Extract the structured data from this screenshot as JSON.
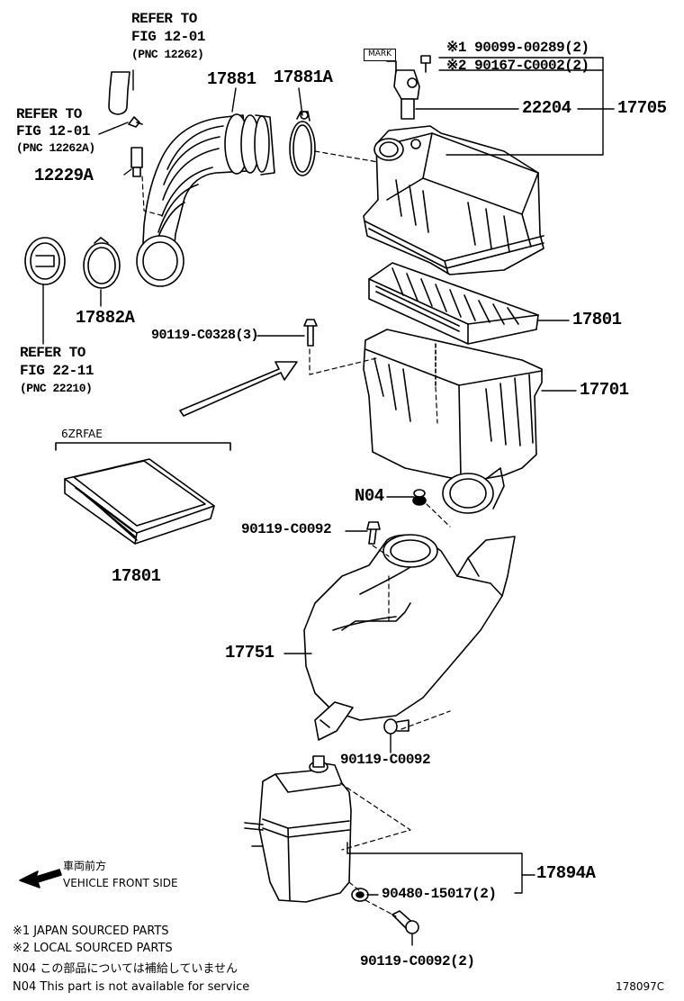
{
  "refs": {
    "top": {
      "line1": "REFER TO",
      "line2": "FIG 12-01",
      "line3": "(PNC 12262)"
    },
    "left": {
      "line1": "REFER TO",
      "line2": "FIG 12-01",
      "line3": "(PNC 12262A)"
    },
    "bottom": {
      "line1": "REFER TO",
      "line2": "FIG 22-11",
      "line3": "(PNC 22210)"
    }
  },
  "parts": {
    "p17881": "17881",
    "p17881A": "17881A",
    "p12229A": "12229A",
    "p17882A": "17882A",
    "p90119_C0328": "90119-C0328(3)",
    "p22204": "22204",
    "p17705": "17705",
    "p17801": "17801",
    "p17701": "17701",
    "pN04": "N04",
    "p90119_C0092_a": "90119-C0092",
    "p17751": "17751",
    "p90119_C0092_b": "90119-C0092",
    "p17894A": "17894A",
    "p90480": "90480-15017(2)",
    "p90119_C0092_c": "90119-C0092(2)",
    "p17801_b": "17801",
    "p90099": "※1 90099-00289(2)",
    "p90167": "※2 90167-C0002(2)"
  },
  "mark_label": "MARK",
  "engine_variant": "6ZRFAE",
  "front": {
    "jp": "車両前方",
    "en": "VEHICLE FRONT SIDE"
  },
  "notes": {
    "n1": "※1 JAPAN SOURCED PARTS",
    "n2": "※2 LOCAL SOURCED PARTS",
    "n3": "N04  この部品については補給していません",
    "n4": "N04  This part is not available for service"
  },
  "diagram_id": "178097C"
}
